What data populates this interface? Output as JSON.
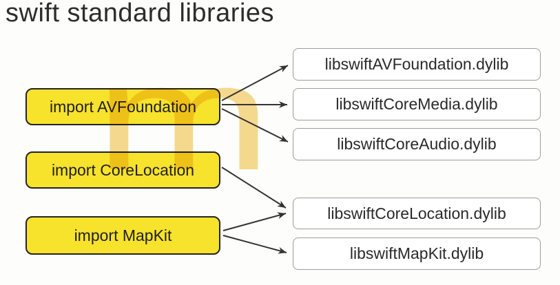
{
  "title": "swift standard libraries",
  "watermark": {
    "text": "m",
    "color": "#edb51f"
  },
  "colors": {
    "background": "#fdfdfb",
    "import_box_fill": "#f7e22c",
    "import_box_border": "#222222",
    "dylib_box_fill": "#ffffff",
    "dylib_box_border": "#9c9c9c",
    "arrow": "#333333",
    "title_text": "#2d2d2d"
  },
  "diagram": {
    "imports": [
      {
        "id": "avfoundation",
        "label": "import AVFoundation"
      },
      {
        "id": "corelocation",
        "label": "import CoreLocation"
      },
      {
        "id": "mapkit",
        "label": "import MapKit"
      }
    ],
    "dylibs": [
      {
        "id": "libswift-avfoundation",
        "label": "libswiftAVFoundation.dylib"
      },
      {
        "id": "libswift-coremedia",
        "label": "libswiftCoreMedia.dylib"
      },
      {
        "id": "libswift-coreaudio",
        "label": "libswiftCoreAudio.dylib"
      },
      {
        "id": "libswift-corelocation",
        "label": "libswiftCoreLocation.dylib"
      },
      {
        "id": "libswift-mapkit",
        "label": "libswiftMapKit.dylib"
      }
    ],
    "edges": [
      {
        "from": "import AVFoundation",
        "to": "libswiftAVFoundation.dylib"
      },
      {
        "from": "import AVFoundation",
        "to": "libswiftCoreMedia.dylib"
      },
      {
        "from": "import AVFoundation",
        "to": "libswiftCoreAudio.dylib"
      },
      {
        "from": "import CoreLocation",
        "to": "libswiftCoreLocation.dylib"
      },
      {
        "from": "import MapKit",
        "to": "libswiftCoreLocation.dylib"
      },
      {
        "from": "import MapKit",
        "to": "libswiftMapKit.dylib"
      }
    ]
  }
}
